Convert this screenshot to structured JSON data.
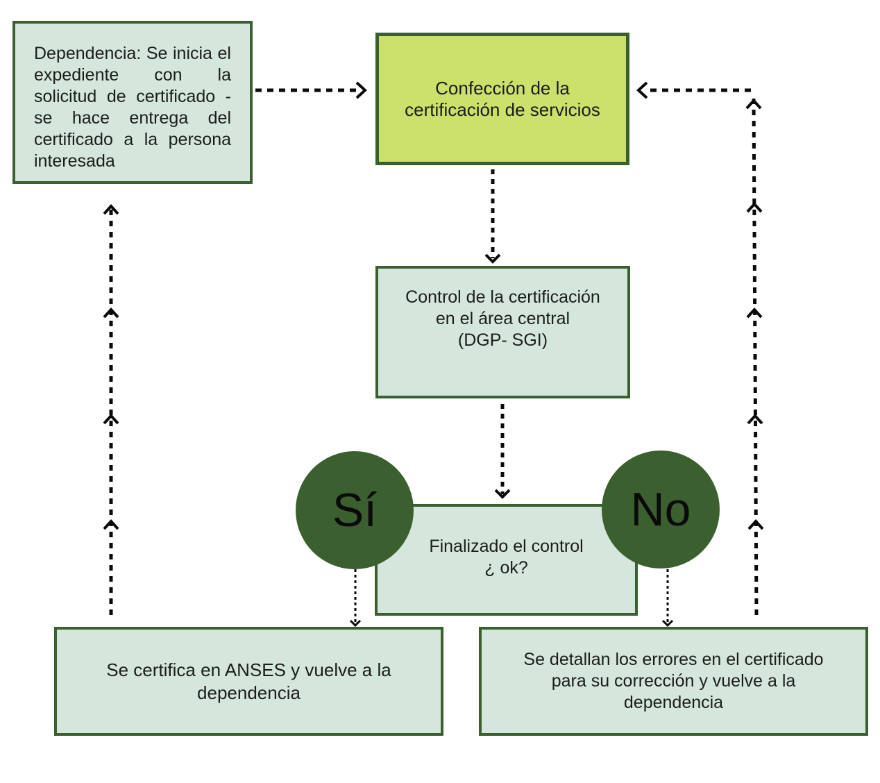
{
  "nodes": {
    "dependencia": [
      "Dependencia: Se inicia el expediente con la solicitud de certificado - se hace entrega del certificado a la persona interesada"
    ],
    "confeccion": [
      "Confección de la",
      "certificación de servicios"
    ],
    "control": [
      "Control de la certificación",
      "en el área central",
      "(DGP- SGI)"
    ],
    "finalizado": [
      "Finalizado el control",
      "¿ ok?"
    ],
    "si_result": [
      "Se certifica en ANSES y vuelve a la",
      "dependencia"
    ],
    "no_result": [
      "Se detallan los errores en el certificado",
      "para su corrección y vuelve a la",
      "dependencia"
    ]
  },
  "decisions": {
    "yes": "Sí",
    "no": "No"
  },
  "colors": {
    "box_fill": "#d5e7dc",
    "highlight_fill": "#cbe16c",
    "border": "#3b5f2f",
    "circle_fill": "#3b5f2f",
    "connector": "#0a0a0a"
  }
}
